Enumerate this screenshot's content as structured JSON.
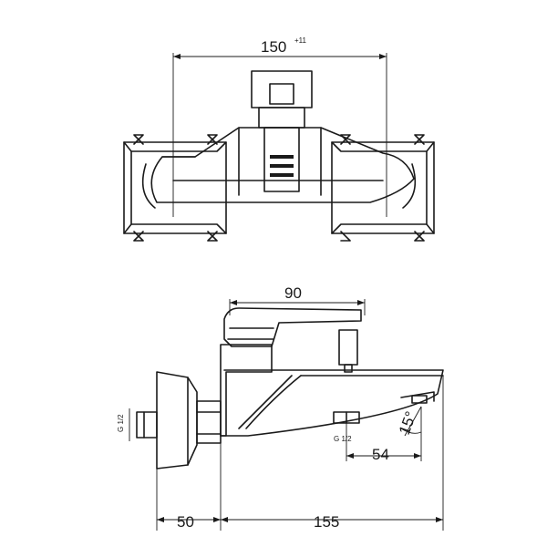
{
  "dimensions": {
    "top_width": "150",
    "top_tolerance": "+11",
    "handle_length": "90",
    "inlet_left": "G 1/2",
    "inlet_right": "G 1/2",
    "diverter_offset": "54",
    "spout_angle": "15°",
    "wall_offset": "50",
    "overall_length": "155"
  }
}
